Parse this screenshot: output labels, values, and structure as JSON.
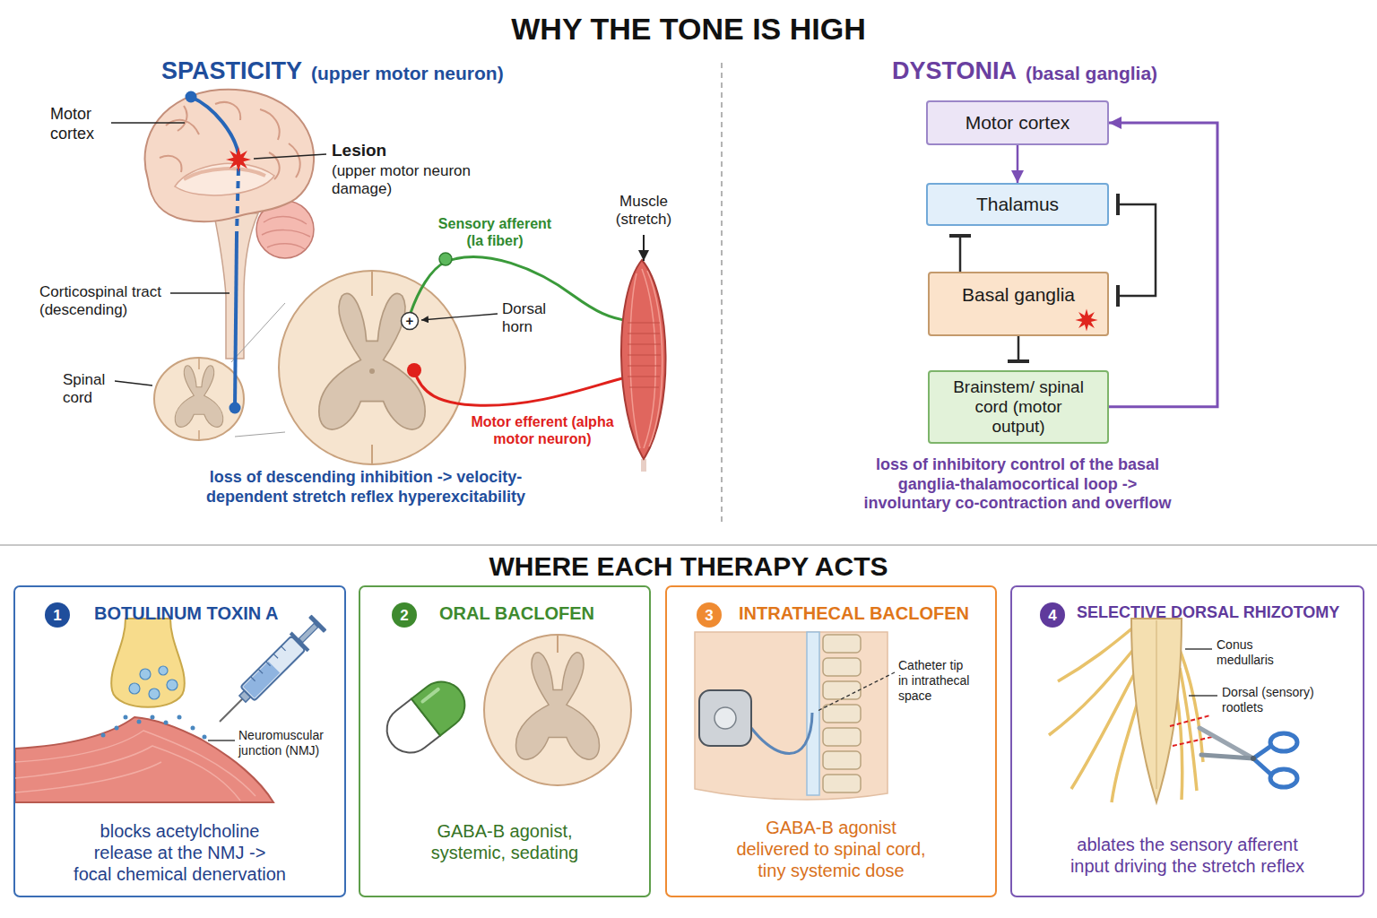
{
  "diagram": {
    "title": "WHY THE TONE IS HIGH",
    "nodes": [
      {
        "text": [
          "Motor cortex"
        ]
      },
      {
        "text": [
          "Thalamus"
        ]
      },
      {
        "text": [
          "Basal ganglia"
        ]
      },
      {
        "text": [
          "Brainstem/ spinal cord (motor output)"
        ]
      },
      {
        "text": [
          "BOTULINUM TOXIN A",
          "blocks acetylcholine release at the NMJ -> focal chemical denervation"
        ]
      },
      {
        "text": [
          "1"
        ],
        "in": 4
      },
      {
        "text": [
          "ORAL BACLOFEN",
          "GABA-B agonist, systemic, sedating"
        ]
      },
      {
        "text": [
          "2"
        ],
        "in": 6
      },
      {
        "text": [
          "INTRATHECAL BACLOFEN",
          "GABA-B agonist delivered to spinal cord, tiny systemic dose"
        ]
      },
      {
        "text": [
          "3"
        ],
        "in": 8
      },
      {
        "text": [
          "SELECTIVE DORSAL RHIZOTOMY",
          "ablates the sensory afferent input driving the stretch reflex"
        ]
      },
      {
        "text": [
          "4"
        ],
        "in": 10
      }
    ],
    "edges": [
      {
        "from": 0,
        "to": 1,
        "arrow": "to"
      },
      {
        "from": 2,
        "to": 1,
        "arrow": "to"
      },
      {
        "from": 1,
        "to": 2,
        "arrow": "both"
      },
      {
        "from": 2,
        "to": 3,
        "arrow": "to"
      },
      {
        "from": 3,
        "to": 0,
        "arrow": "to"
      }
    ],
    "labels": [
      "SPASTICITY",
      "(upper motor neuron)",
      "Motor cortex",
      "Lesion",
      "(upper motor neuron damage)",
      "Corticospinal tract (descending)",
      "Spinal cord",
      "Sensory afferent (Ia fiber)",
      "+",
      "Dorsal horn",
      "Muscle (stretch)",
      "Motor efferent (alpha motor neuron)",
      "loss of descending inhibition -> velocity-dependent stretch reflex hyperexcitability",
      "DYSTONIA",
      "(basal ganglia)",
      "loss of inhibitory control of the basal ganglia-thalamocortical loop -> involuntary co-contraction and overflow",
      "WHERE EACH THERAPY ACTS",
      "Neuromuscular junction (NMJ)",
      "Catheter tip in intrathecal space",
      "Conus medullaris",
      "Dorsal (sensory) rootlets"
    ]
  }
}
